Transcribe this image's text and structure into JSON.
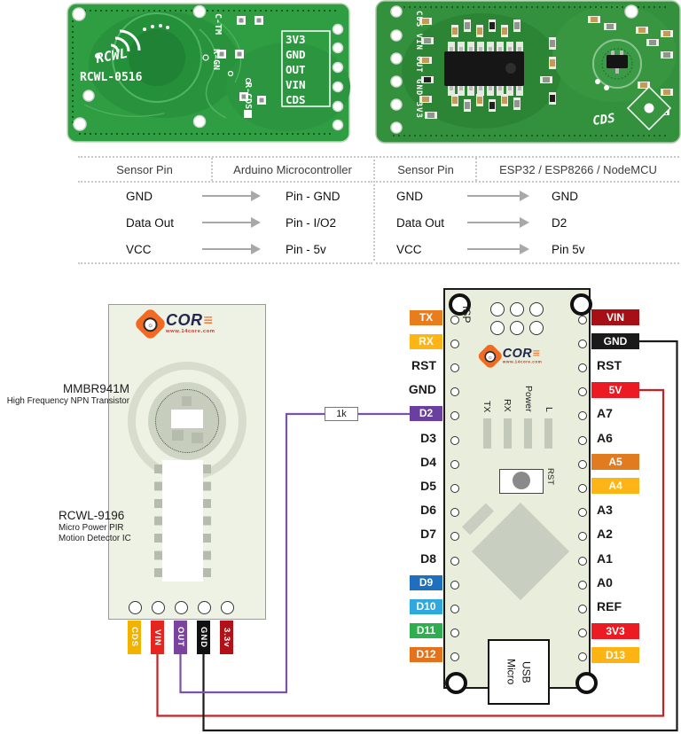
{
  "brand": {
    "name": "COR",
    "e": "≡",
    "url": "www.14core.com"
  },
  "photos": {
    "front": {
      "logo": "RCWL",
      "model": "RCWL-0516",
      "component_labels": [
        "C-TM",
        "R-GN",
        "R-CDS"
      ],
      "pin_labels": [
        "3V3",
        "GND",
        "OUT",
        "VIN",
        "CDS"
      ]
    },
    "back": {
      "edge_text": "CDS VIN OUT GND 3V3",
      "cds_label": "CDS"
    }
  },
  "tables": [
    {
      "headers": [
        "Sensor Pin",
        "Arduino Microcontroller"
      ],
      "rows": [
        [
          "GND",
          "Pin - GND"
        ],
        [
          "Data Out",
          "Pin - I/O2"
        ],
        [
          "VCC",
          "Pin - 5v"
        ]
      ]
    },
    {
      "headers": [
        "Sensor Pin",
        "ESP32 / ESP8266 / NodeMCU"
      ],
      "rows": [
        [
          "GND",
          "GND"
        ],
        [
          "Data Out",
          "D2"
        ],
        [
          "VCC",
          "Pin 5v"
        ]
      ]
    }
  ],
  "sensor_board": {
    "annotations": [
      {
        "title": "MMBR941M",
        "lines": [
          "High Frequency NPN Transistor"
        ]
      },
      {
        "title": "RCWL-9196",
        "lines": [
          "Micro Power PIR",
          "Motion Detector IC"
        ]
      }
    ],
    "pins": [
      {
        "label": "CDS",
        "color": "#F3B200"
      },
      {
        "label": "VIN",
        "color": "#E52520"
      },
      {
        "label": "OUT",
        "color": "#7C42A0"
      },
      {
        "label": "GND",
        "color": "#101010"
      },
      {
        "label": "3.3v",
        "color": "#B21117"
      }
    ]
  },
  "arduino": {
    "isp_label": "ISP",
    "led_labels": [
      "TX",
      "RX",
      "Power",
      "L"
    ],
    "rst_label": "RST",
    "usb": [
      "Micro",
      "USB"
    ],
    "left_pins": [
      {
        "label": "TX",
        "bg": "#E87D1E"
      },
      {
        "label": "RX",
        "bg": "#FDB515"
      },
      {
        "label": "RST"
      },
      {
        "label": "GND"
      },
      {
        "label": "D2",
        "bg": "#6A3FA0"
      },
      {
        "label": "D3"
      },
      {
        "label": "D4"
      },
      {
        "label": "D5"
      },
      {
        "label": "D6"
      },
      {
        "label": "D7"
      },
      {
        "label": "D8"
      },
      {
        "label": "D9",
        "bg": "#1E6FBE"
      },
      {
        "label": "D10",
        "bg": "#2FA8E0"
      },
      {
        "label": "D11",
        "bg": "#2EAE4E"
      },
      {
        "label": "D12",
        "bg": "#E4711B"
      }
    ],
    "right_pins": [
      {
        "label": "VIN",
        "bg": "#A50F15"
      },
      {
        "label": "GND",
        "bg": "#1A1A1A"
      },
      {
        "label": "RST"
      },
      {
        "label": "5V",
        "bg": "#EC1B23"
      },
      {
        "label": "A7"
      },
      {
        "label": "A6"
      },
      {
        "label": "A5",
        "bg": "#E07B20"
      },
      {
        "label": "A4",
        "bg": "#FDB515"
      },
      {
        "label": "A3"
      },
      {
        "label": "A2"
      },
      {
        "label": "A1"
      },
      {
        "label": "A0"
      },
      {
        "label": "REF"
      },
      {
        "label": "3V3",
        "bg": "#EC1B23"
      },
      {
        "label": "D13",
        "bg": "#FDB413"
      }
    ]
  },
  "resistor": {
    "label": "1k"
  },
  "wire_colors": {
    "power_red": "#C42126",
    "ground_black": "#1A1A1A",
    "data_purple": "#7B52A5"
  }
}
